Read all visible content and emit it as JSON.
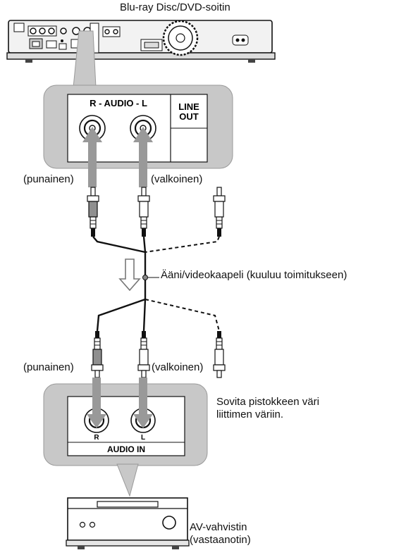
{
  "player": {
    "title": "Blu-ray Disc/DVD-soitin"
  },
  "player_panel": {
    "group_label": "R - AUDIO - L",
    "line_out_1": "LINE",
    "line_out_2": "OUT"
  },
  "cable": {
    "top_left_label": "(punainen)",
    "top_right_label": "(valkoinen)",
    "name": "Ääni/videokaapeli (kuuluu toimitukseen)",
    "bottom_left_label": "(punainen)",
    "bottom_right_label": "(valkoinen)"
  },
  "instruction": {
    "line1": "Sovita pistokkeen väri",
    "line2": "liittimen väriin."
  },
  "receiver_panel": {
    "jack_r": "R",
    "jack_l": "L",
    "group_label": "AUDIO IN"
  },
  "receiver": {
    "line1": "AV-vahvistin",
    "line2": "(vastaanotin)"
  },
  "colors": {
    "callout_bg": "#c8c8c8",
    "arrow": "#999999",
    "red_plug": "#8f8f8f",
    "white_plug": "#ffffff"
  }
}
